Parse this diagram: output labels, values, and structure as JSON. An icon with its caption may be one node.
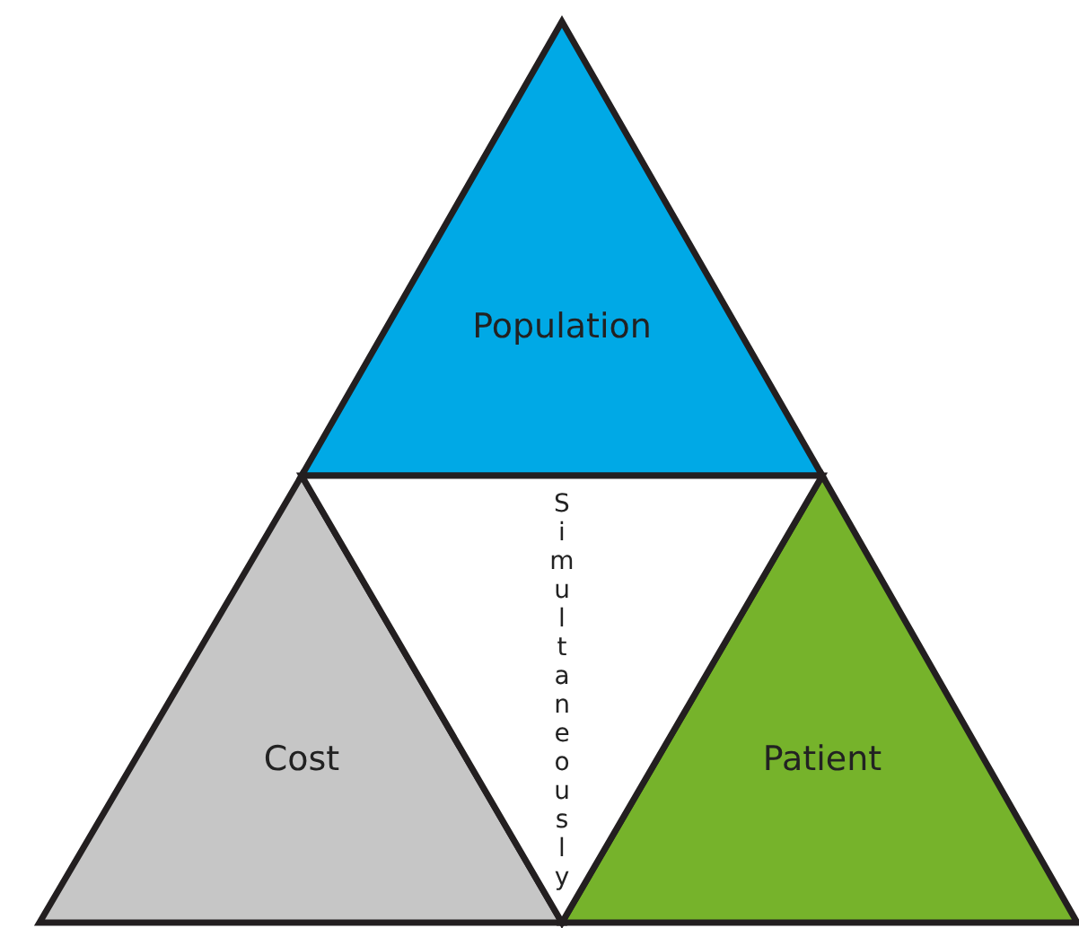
{
  "diagram": {
    "nodes": [
      {
        "text": [
          "Population"
        ]
      },
      {
        "text": [
          "Cost"
        ]
      },
      {
        "text": [
          "Simultaneously"
        ]
      },
      {
        "text": [
          "Patient"
        ]
      }
    ]
  }
}
